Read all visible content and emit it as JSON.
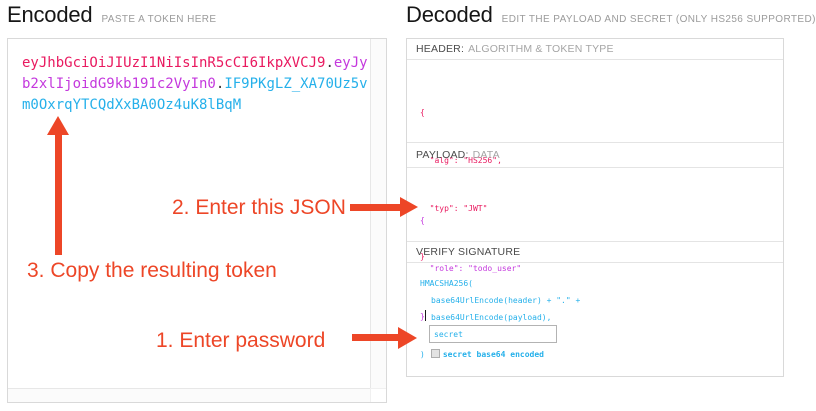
{
  "encoded": {
    "title": "Encoded",
    "subtitle": "PASTE A TOKEN HERE",
    "token": {
      "header": "eyJhbGciOiJIUzI1NiIsInR5cCI6IkpXVCJ9",
      "dot": ".",
      "payload": "eyJyb2xlIjoidG9kb191c2VyIn0",
      "signature": "IF9PKgLZ_XA70Uz5vm0OxrqYTCQdXxBA0Oz4uK8lBqM"
    }
  },
  "decoded": {
    "title": "Decoded",
    "subtitle": "EDIT THE PAYLOAD AND SECRET (ONLY HS256 SUPPORTED)",
    "header_section": {
      "label_strong": "HEADER:",
      "label_rest": "ALGORITHM & TOKEN TYPE",
      "json_lines": [
        "{",
        "  \"alg\": \"HS256\",",
        "  \"typ\": \"JWT\"",
        "}"
      ]
    },
    "payload_section": {
      "label_strong": "PAYLOAD:",
      "label_rest": "DATA",
      "json_lines": [
        "{",
        "  \"role\": \"todo_user\"",
        "}"
      ]
    },
    "signature_section": {
      "label_strong": "VERIFY SIGNATURE",
      "label_rest": "",
      "code_line1": "HMACSHA256(",
      "code_line2": "base64UrlEncode(header) + \".\" +",
      "code_line3": "base64UrlEncode(payload),",
      "secret_value": "secret",
      "close_paren": ")",
      "checkbox_label": "secret base64 encoded"
    }
  },
  "annotations": {
    "step1": "1. Enter password",
    "step2": "2. Enter this JSON",
    "step3": "3. Copy the resulting token"
  },
  "colors": {
    "token_header": "#e9195f",
    "token_payload": "#c438dd",
    "token_signature": "#25b0ea",
    "annotation_red": "#ed4627",
    "border_gray": "#d9d9d9"
  }
}
